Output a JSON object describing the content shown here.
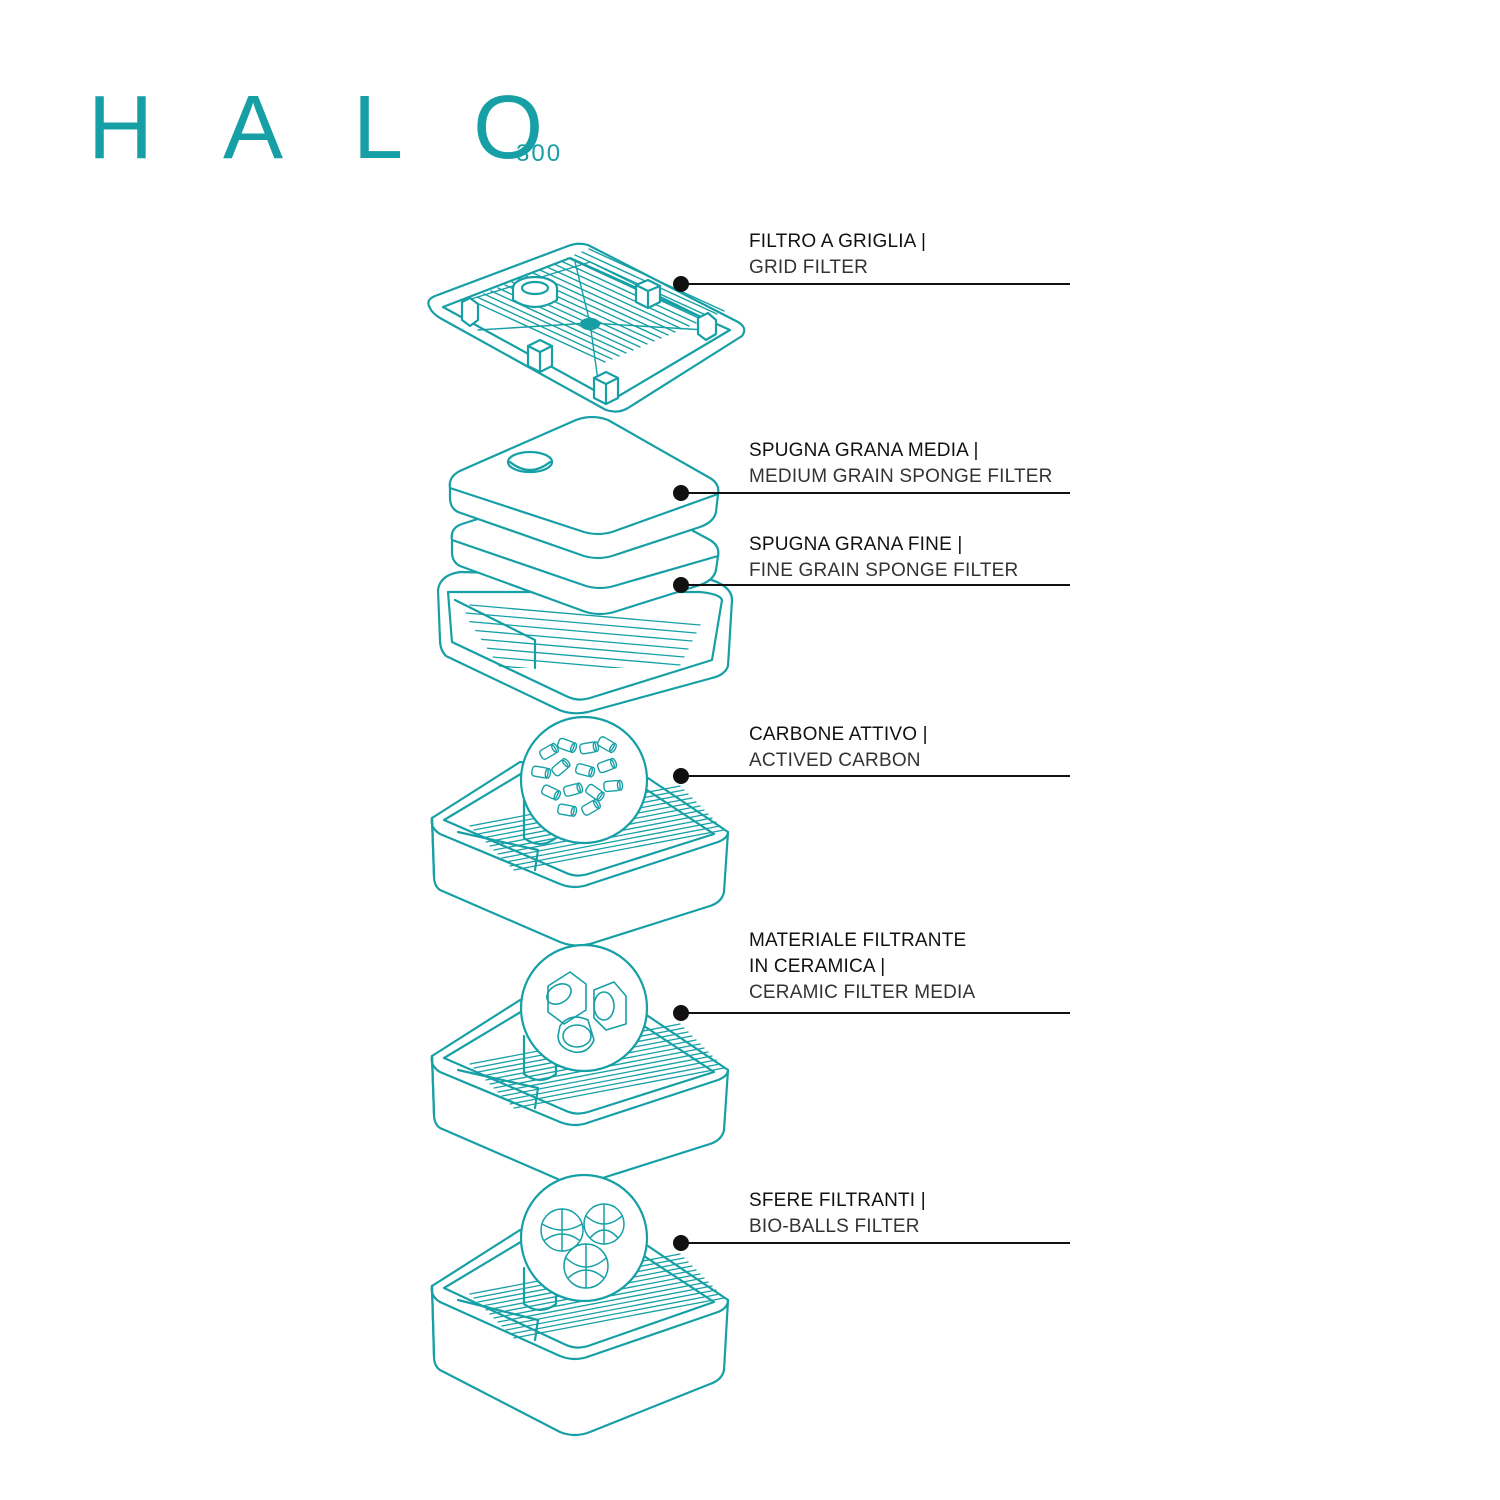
{
  "brand": {
    "name": "HALO",
    "model": "300"
  },
  "colors": {
    "accent": "#16a0a6",
    "leader": "#111111"
  },
  "components": [
    {
      "it": "FILTRO A GRIGLIA |",
      "en": "GRID FILTER"
    },
    {
      "it": "SPUGNA GRANA MEDIA |",
      "en": "MEDIUM GRAIN SPONGE FILTER"
    },
    {
      "it": "SPUGNA GRANA FINE |",
      "en": "FINE GRAIN SPONGE FILTER"
    },
    {
      "it": "CARBONE ATTIVO |",
      "en": "ACTIVED CARBON"
    },
    {
      "it": "MATERIALE FILTRANTE",
      "it2": "IN CERAMICA |",
      "en": "CERAMIC FILTER MEDIA"
    },
    {
      "it": "SFERE FILTRANTI |",
      "en": "BIO-BALLS FILTER"
    }
  ]
}
